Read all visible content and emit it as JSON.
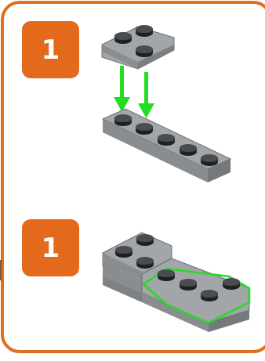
{
  "steps": [
    {
      "number": "1",
      "icon": "lego-corner-plate-onto-1x6-plate",
      "arrow_color": "#22dd22"
    },
    {
      "number": "1",
      "icon": "lego-assembled-result",
      "highlight_color": "#22dd22"
    }
  ],
  "colors": {
    "frame": "#e0701f",
    "badge": "#e36a1c",
    "brick_top": "#a3a6a9",
    "brick_side": "#8a8d90",
    "stud": "#2c2d2f"
  }
}
